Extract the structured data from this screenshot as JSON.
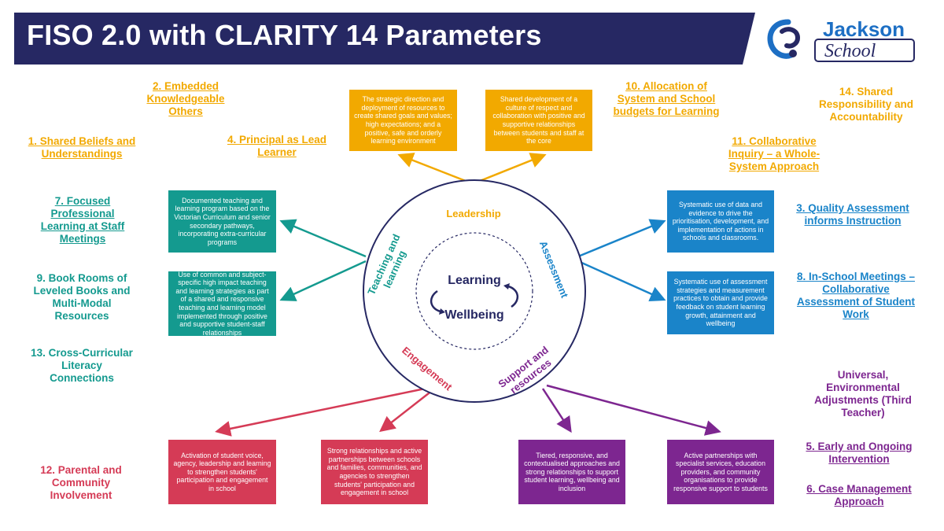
{
  "title": "FISO 2.0 with CLARITY 14 Parameters",
  "logo": {
    "line1": "Jackson",
    "line2": "School"
  },
  "colors": {
    "banner": "#262863",
    "teal": "#149a8f",
    "gold": "#f2a900",
    "blue": "#1a84c9",
    "red": "#d53b56",
    "purple": "#7d2690",
    "green": "#3fae49"
  },
  "circle": {
    "center_top": "Learning",
    "center_bottom": "Wellbeing",
    "leadership": "Leadership",
    "teaching": "Teaching and learning",
    "assessment": "Assessment",
    "engagement": "Engagement",
    "support": "Support and resources"
  },
  "parameters": {
    "p1": "1. Shared Beliefs and Understandings",
    "p2": "2. Embedded Knowledgeable Others",
    "p3": "3. Quality Assessment informs Instruction",
    "p4": "4. Principal as Lead Learner",
    "p5": "5. Early and Ongoing Intervention",
    "p6": "6. Case Management Approach",
    "p7": "7. Focused Professional Learning at Staff Meetings",
    "p8": "8. In-School Meetings – Collaborative Assessment of Student Work",
    "p9": "9. Book Rooms of Leveled Books and Multi-Modal Resources",
    "p10": "10. Allocation of System and School budgets for Learning",
    "p11": "11. Collaborative Inquiry – a Whole-System Approach",
    "p12": "12. Parental and Community Involvement",
    "p13": "13. Cross-Curricular Literacy Connections",
    "p14": "14. Shared Responsibility and Accountability",
    "universal": "Universal, Environmental Adjustments (Third Teacher)"
  },
  "boxes": {
    "gold_left": "The strategic direction and deployment of resources to create shared goals and values; high expectations; and a positive, safe and orderly learning environment",
    "gold_right": "Shared development of a culture of respect and collaboration with positive and supportive relationships between students and staff at the core",
    "teal_top": "Documented teaching and learning program based on the Victorian Curriculum and senior secondary pathways, incorporating extra-curricular programs",
    "teal_bottom": "Use of common and subject-specific high impact teaching and learning strategies as part of a shared and responsive teaching and learning model implemented through positive and supportive student-staff relationships",
    "blue_top": "Systematic use of data and evidence to drive the prioritisation, development, and implementation of actions in schools and classrooms.",
    "blue_bottom": "Systematic use of assessment strategies and measurement practices to obtain and provide feedback on student learning growth, attainment and wellbeing",
    "red_left": "Activation of student voice, agency, leadership and learning to strengthen students' participation and engagement in school",
    "red_right": "Strong relationships and active partnerships between schools and families, communities, and agencies to strengthen students' participation and engagement in school",
    "purple_left": "Tiered, responsive, and contextualised approaches and strong relationships to support student learning, wellbeing and inclusion",
    "purple_right": "Active partnerships with specialist services, education providers, and community organisations to provide responsive support to students"
  }
}
